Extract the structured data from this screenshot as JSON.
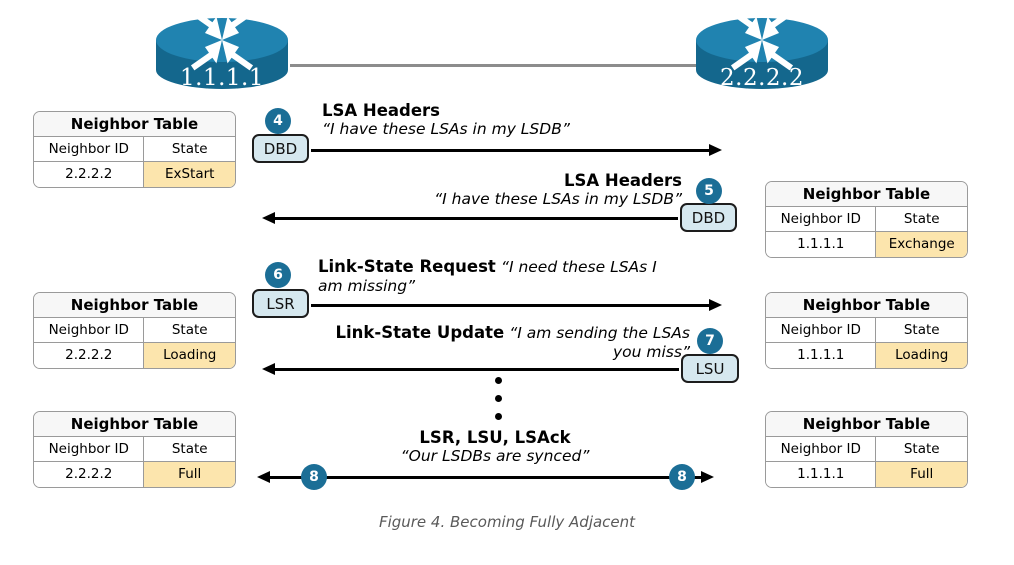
{
  "figure": {
    "caption": "Figure 4. Becoming Fully Adjacent"
  },
  "routers": [
    {
      "name": "router-left",
      "label": "1.1.1.1"
    },
    {
      "name": "router-right",
      "label": "2.2.2.2"
    }
  ],
  "table_headers": {
    "title": "Neighbor Table",
    "col_neighbor_id": "Neighbor ID",
    "col_state": "State"
  },
  "neighbor_tables": {
    "left": [
      {
        "title": "Neighbor Table",
        "neighbor_id": "2.2.2.2",
        "state": "ExStart"
      },
      {
        "title": "Neighbor Table",
        "neighbor_id": "2.2.2.2",
        "state": "Loading"
      },
      {
        "title": "Neighbor Table",
        "neighbor_id": "2.2.2.2",
        "state": "Full"
      }
    ],
    "right": [
      {
        "title": "Neighbor Table",
        "neighbor_id": "1.1.1.1",
        "state": "Exchange"
      },
      {
        "title": "Neighbor Table",
        "neighbor_id": "1.1.1.1",
        "state": "Loading"
      },
      {
        "title": "Neighbor Table",
        "neighbor_id": "1.1.1.1",
        "state": "Full"
      }
    ]
  },
  "steps": [
    {
      "number": "4",
      "packet": "DBD",
      "title": "LSA Headers",
      "quote": "“I have these LSAs in my LSDB”",
      "direction": "left-to-right"
    },
    {
      "number": "5",
      "packet": "DBD",
      "title": "LSA Headers",
      "quote": "“I have these LSAs in my LSDB”",
      "direction": "right-to-left"
    },
    {
      "number": "6",
      "packet": "LSR",
      "title": "Link-State Request",
      "quote": "“I need these LSAs I am missing”",
      "direction": "left-to-right"
    },
    {
      "number": "7",
      "packet": "LSU",
      "title": "Link-State Update",
      "quote": "“I am sending the LSAs you miss”",
      "direction": "right-to-left"
    },
    {
      "number": "8",
      "packet": "",
      "title": "LSR, LSU, LSAck",
      "quote": "“Our LSDBs are synced”",
      "direction": "bidirectional"
    }
  ],
  "colors": {
    "router_body": "#1b6e96",
    "router_top": "#2083b0",
    "step_circle": "#1b6e96",
    "packet_box_fill": "#d6e8ef",
    "state_highlight": "#fce5ad",
    "link_line": "#8c8c8c",
    "caption_text": "#5a5a5a"
  }
}
